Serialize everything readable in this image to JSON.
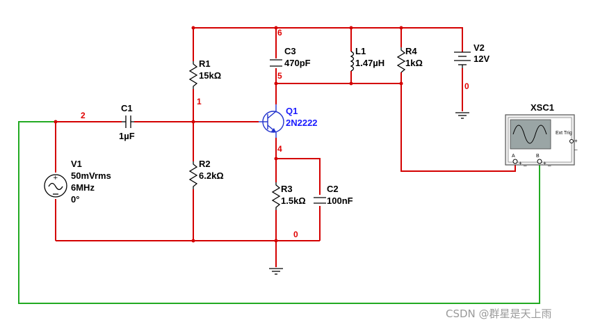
{
  "components": {
    "v1": {
      "ref": "V1",
      "amplitude": "50mVrms",
      "frequency": "6MHz",
      "phase": "0°"
    },
    "v2": {
      "ref": "V2",
      "value": "12V"
    },
    "c1": {
      "ref": "C1",
      "value": "1µF"
    },
    "c2": {
      "ref": "C2",
      "value": "100nF"
    },
    "c3": {
      "ref": "C3",
      "value": "470pF"
    },
    "r1": {
      "ref": "R1",
      "value": "15kΩ"
    },
    "r2": {
      "ref": "R2",
      "value": "6.2kΩ"
    },
    "r3": {
      "ref": "R3",
      "value": "1.5kΩ"
    },
    "r4": {
      "ref": "R4",
      "value": "1kΩ"
    },
    "l1": {
      "ref": "L1",
      "value": "1.47µH"
    },
    "q1": {
      "ref": "Q1",
      "model": "2N2222"
    },
    "xsc1": {
      "ref": "XSC1",
      "ext_trig": "Ext Trig",
      "channel_a": "A",
      "channel_b": "B",
      "plus": "+",
      "minus": "_"
    }
  },
  "nodes": {
    "n0_supply": "0",
    "n0_ground": "0",
    "n1": "1",
    "n2": "2",
    "n4": "4",
    "n5": "5",
    "n6": "6"
  },
  "colors": {
    "wire": "#d40000",
    "probe_wire": "#22aa22",
    "transistor": "#1a1aff",
    "node_label": "#e00000"
  },
  "watermark": "CSDN @群星是天上雨"
}
